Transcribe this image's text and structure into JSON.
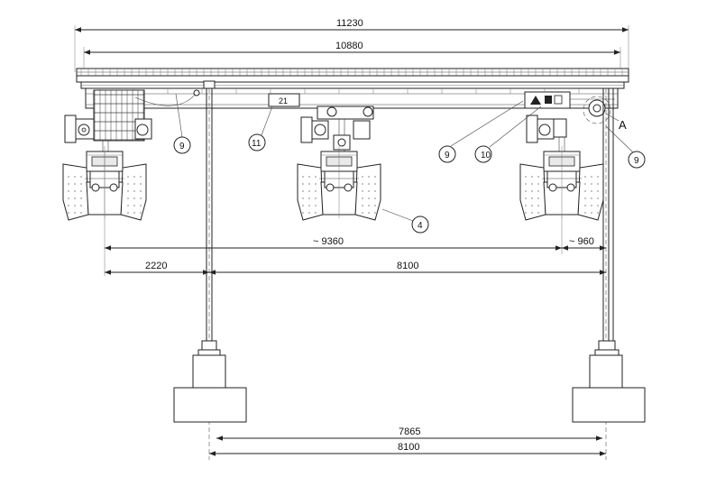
{
  "dimensions": {
    "overall_length": "11230",
    "rail_length": "10880",
    "traverse_span": "~ 9360",
    "right_offset": "~ 960",
    "left_cantilever": "2220",
    "gantry_span_top": "8100",
    "foundation_inner": "7865",
    "foundation_span": "8100"
  },
  "callouts": {
    "hose_carrier_left": "9",
    "plate_number": "11",
    "beam_plate_text": "21",
    "grab_center": "4",
    "hose_carrier_mid": "9",
    "drive_unit": "10",
    "hose_carrier_right": "9",
    "detail_marker": "A"
  }
}
